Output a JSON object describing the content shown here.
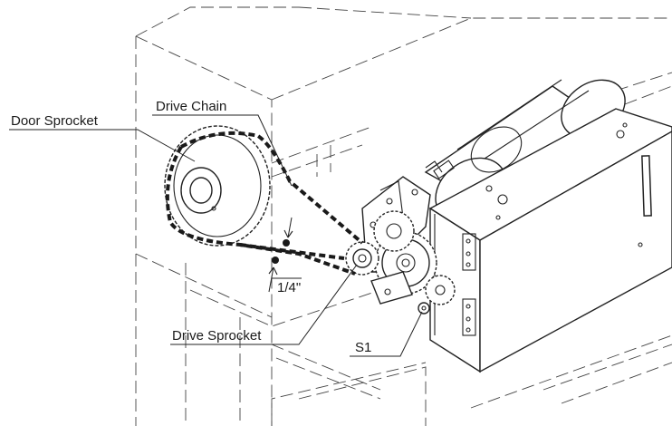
{
  "labels": {
    "door_sprocket": "Door Sprocket",
    "drive_chain": "Drive Chain",
    "drive_sprocket": "Drive Sprocket",
    "slack": "1/4\"",
    "s1": "S1"
  },
  "colors": {
    "line": "#222222",
    "background": "#ffffff"
  }
}
